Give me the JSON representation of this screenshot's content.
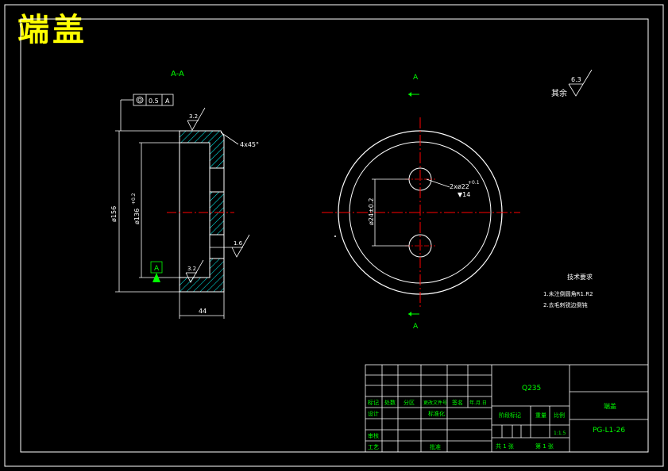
{
  "title": "端盖",
  "section_view": {
    "label": "A-A",
    "tolerance_value": "0.5",
    "tolerance_datum": "A",
    "chamfer": "4x45°",
    "roughness_top": "3.2",
    "roughness_bottom": "3.2",
    "roughness_bore": "1.6",
    "outer_diameter": "ø156",
    "inner_diameter": "ø136",
    "inner_diameter_tol": "+0.2",
    "datum_label": "A",
    "width": "44"
  },
  "front_view": {
    "cut_label_top": "A",
    "cut_label_bottom": "A",
    "hole_callout": "2xø22",
    "hole_callout_tol": "+0.1",
    "hole_depth": "▼14",
    "hole_spacing": "ø24±0.2"
  },
  "surface_other": {
    "label": "其余",
    "value": "6.3"
  },
  "tech_requirements": {
    "heading": "技术要求",
    "items": [
      "1.未注倒圆角R1.R2",
      "2.去毛刺锐边倒钝"
    ]
  },
  "title_block": {
    "material": "Q235",
    "part_name": "端盖",
    "drawing_no": "PG-L1-26",
    "headers": [
      "标记",
      "处数",
      "分区",
      "更改文件号",
      "签名",
      "年.月.日"
    ],
    "row_design": "设计",
    "row_standard": "标准化",
    "row_review": "审核",
    "row_process": "工艺",
    "row_approve": "批准",
    "stage_mark": "阶段标记",
    "weight": "重量",
    "scale": "比例",
    "scale_value": "1:1.5",
    "sheet": "共  1  张",
    "sheet_of": "第  1  张"
  },
  "colors": {
    "frame": "#ffffff",
    "annotation": "#00ff00",
    "centerline": "#ff0000",
    "hatch": "#00ffff",
    "title": "#ffff00"
  }
}
